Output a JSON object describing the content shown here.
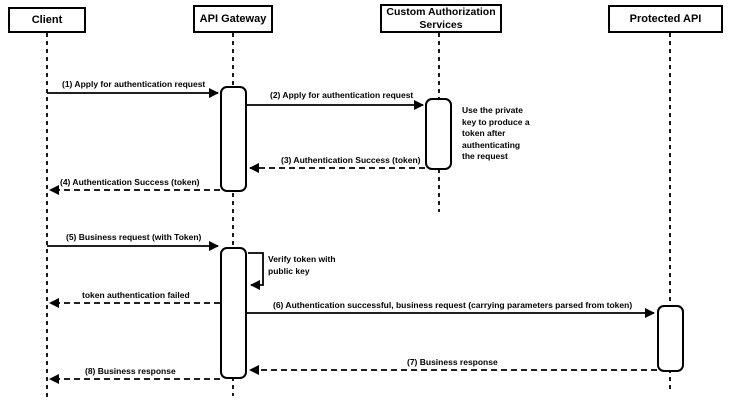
{
  "diagram": {
    "type": "sequence-diagram",
    "topic": "API Gateway token authentication flow"
  },
  "colors": {
    "background": "#ffffff",
    "line": "#000000",
    "text": "#000000",
    "shape_fill": "#ffffff"
  },
  "actors": [
    {
      "id": "client",
      "label": "Client"
    },
    {
      "id": "api-gateway",
      "label": "API Gateway"
    },
    {
      "id": "custom-authorization-services",
      "label": "Custom Authorization Services"
    },
    {
      "id": "protected-api",
      "label": "Protected API"
    }
  ],
  "messages": [
    {
      "seq": "1",
      "label": "(1) Apply for authentication request",
      "from": "Client",
      "to": "API Gateway",
      "style": "solid"
    },
    {
      "seq": "2",
      "label": "(2) Apply for authentication request",
      "from": "API Gateway",
      "to": "Custom Authorization Services",
      "style": "solid"
    },
    {
      "seq": "3",
      "label": "(3) Authentication Success (token)",
      "from": "Custom Authorization Services",
      "to": "API Gateway",
      "style": "dashed"
    },
    {
      "seq": "4",
      "label": "(4) Authentication Success (token)",
      "from": "API Gateway",
      "to": "Client",
      "style": "dashed"
    },
    {
      "seq": "5",
      "label": "(5) Business request (with Token)",
      "from": "Client",
      "to": "API Gateway",
      "style": "solid"
    },
    {
      "seq": "self",
      "label": "Verify token with public key",
      "from": "API Gateway",
      "to": "API Gateway",
      "style": "self"
    },
    {
      "seq": "",
      "label": "token authentication failed",
      "from": "API Gateway",
      "to": "Client",
      "style": "dashed"
    },
    {
      "seq": "6",
      "label": "(6) Authentication successful, business request (carrying parameters parsed from token)",
      "from": "API Gateway",
      "to": "Protected API",
      "style": "solid"
    },
    {
      "seq": "7",
      "label": "(7) Business response",
      "from": "Protected API",
      "to": "API Gateway",
      "style": "dashed"
    },
    {
      "seq": "8",
      "label": "(8) Business response",
      "from": "API Gateway",
      "to": "Client",
      "style": "dashed"
    }
  ],
  "notes": [
    {
      "label": "Use the private key to produce a token after authenticating the request"
    }
  ]
}
